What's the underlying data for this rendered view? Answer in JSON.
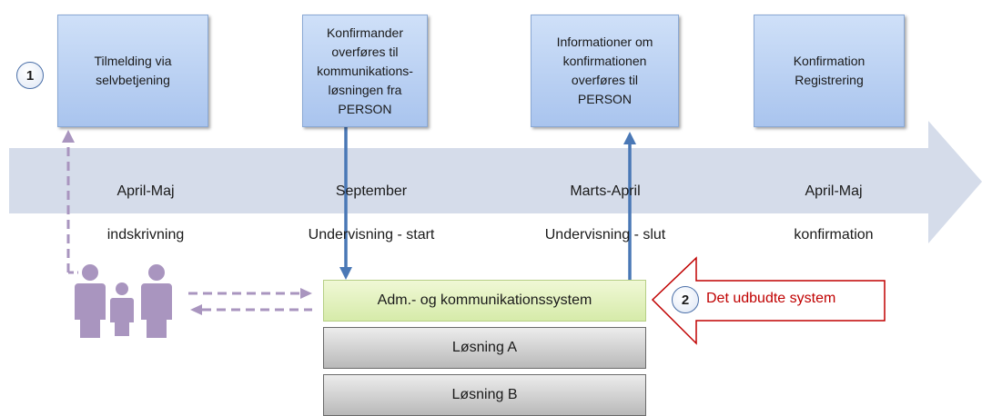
{
  "boxes": [
    {
      "id": "tilmelding",
      "text": "Tilmelding via\nselvbetjening"
    },
    {
      "id": "konfirmander",
      "text": "Konfirmander\noverføres til\nkommunikations-\nløsningen fra\nPERSON"
    },
    {
      "id": "informationer",
      "text": "Informationer om\nkonfirmationen\noverføres til\nPERSON"
    },
    {
      "id": "registrering",
      "text": "Konfirmation\nRegistrering"
    }
  ],
  "periods": [
    {
      "line1": "April-Maj",
      "line2": "indskrivning"
    },
    {
      "line1": "September",
      "line2": "Undervisning - start"
    },
    {
      "line1": "Marts-April",
      "line2": "Undervisning - slut"
    },
    {
      "line1": "April-Maj",
      "line2": "konfirmation"
    }
  ],
  "badges": {
    "one": "1",
    "two": "2"
  },
  "systems": {
    "main": "Adm.- og kommunikationssystem",
    "a": "Løsning A",
    "b": "Løsning B"
  },
  "callout": "Det udbudte system",
  "colors": {
    "timeline": "#d5dcea",
    "box_fill": "#b8cff2",
    "arrow_blue": "#4a78b6",
    "people": "#a995bf",
    "dashed": "#a995bf",
    "callout_red": "#c00000",
    "green_box": "#e3f1c0"
  },
  "icons": [
    "people-icon"
  ]
}
